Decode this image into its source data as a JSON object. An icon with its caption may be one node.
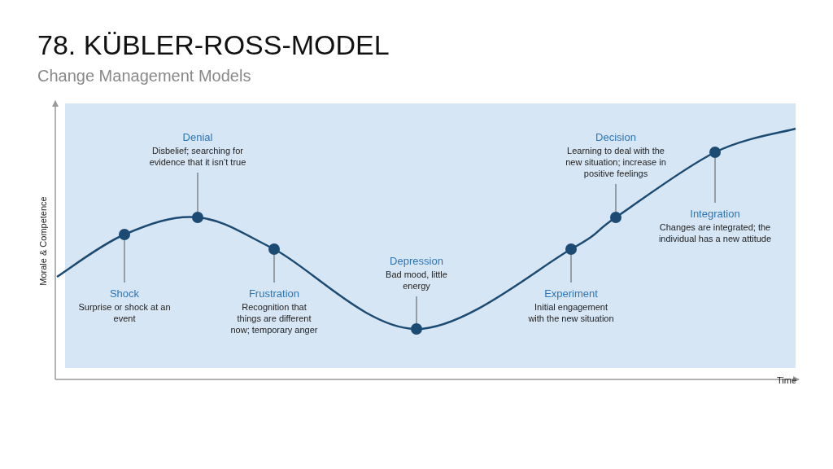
{
  "diagram": {
    "title": "78. KÜBLER-ROSS-MODEL",
    "nodes": [
      {
        "text": [
          "Shock",
          "Surprise or shock at an event"
        ]
      },
      {
        "text": [],
        "shape": "circle"
      },
      {
        "text": [
          "Denial",
          "Disbelief; searching for evidence that it isn’t true"
        ]
      },
      {
        "text": [],
        "shape": "circle"
      },
      {
        "text": [
          "Frustration",
          "Recognition that things are different now; temporary anger"
        ]
      },
      {
        "text": [],
        "shape": "circle"
      },
      {
        "text": [
          "Depression",
          "Bad mood, little energy"
        ]
      },
      {
        "text": [],
        "shape": "circle"
      },
      {
        "text": [
          "Experiment",
          "Initial engagement with the new situation"
        ]
      },
      {
        "text": [],
        "shape": "circle"
      },
      {
        "text": [
          "Decision",
          "Learning to deal with the new situation; increase in positive feelings"
        ]
      },
      {
        "text": [],
        "shape": "circle"
      },
      {
        "text": [
          "Integration",
          "Changes are integrated; the individual has a new attitude"
        ]
      },
      {
        "text": [],
        "shape": "circle"
      }
    ],
    "edges": [
      {
        "from": 0,
        "to": 1,
        "arrow": "none"
      },
      {
        "from": 2,
        "to": 3,
        "arrow": "none"
      },
      {
        "from": 4,
        "to": 5,
        "arrow": "none"
      },
      {
        "from": 6,
        "to": 7,
        "arrow": "none"
      },
      {
        "from": 8,
        "to": 9,
        "arrow": "none"
      },
      {
        "from": 10,
        "to": 11,
        "arrow": "none"
      },
      {
        "from": 12,
        "to": 13,
        "arrow": "none"
      }
    ],
    "labels": [
      "Change Management Models",
      "Morale & Competence",
      "Time"
    ]
  }
}
